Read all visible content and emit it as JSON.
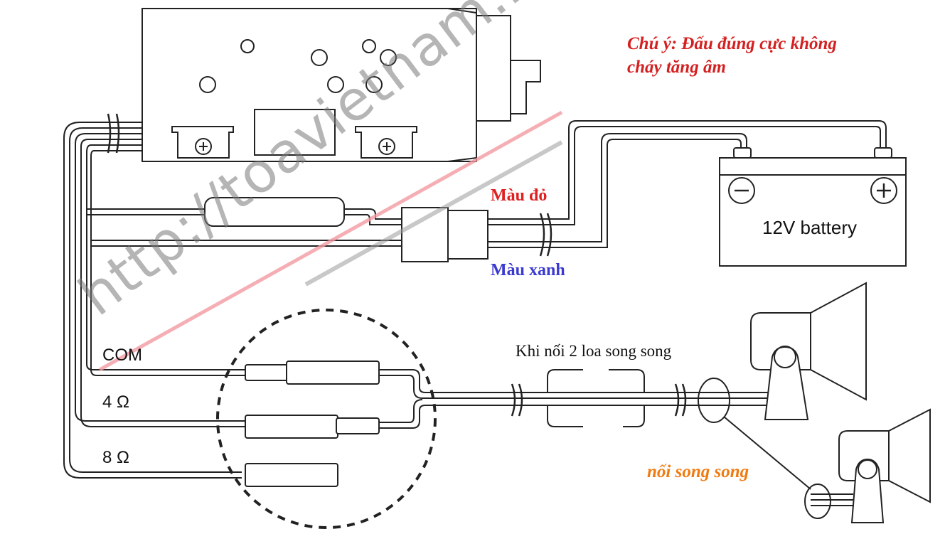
{
  "note": {
    "line1": "Chú ý: Đấu đúng cực không",
    "line2": "cháy tăng âm",
    "color": "#d42020"
  },
  "battery": {
    "label": "12V battery",
    "minus_symbol": "−",
    "plus_symbol": "+"
  },
  "wires": {
    "red_label": "Màu đỏ",
    "red_color": "#e02020",
    "blue_label": "Màu xanh",
    "blue_color": "#3a3ad0"
  },
  "outputs": {
    "com": "COM",
    "ohm4": "4 Ω",
    "ohm8": "8 Ω"
  },
  "parallel": {
    "caption": "Khi nối 2 loa song song",
    "note": "nối song song",
    "note_color": "#f07a10"
  },
  "watermark": {
    "text": "http://toavietnam.net"
  }
}
